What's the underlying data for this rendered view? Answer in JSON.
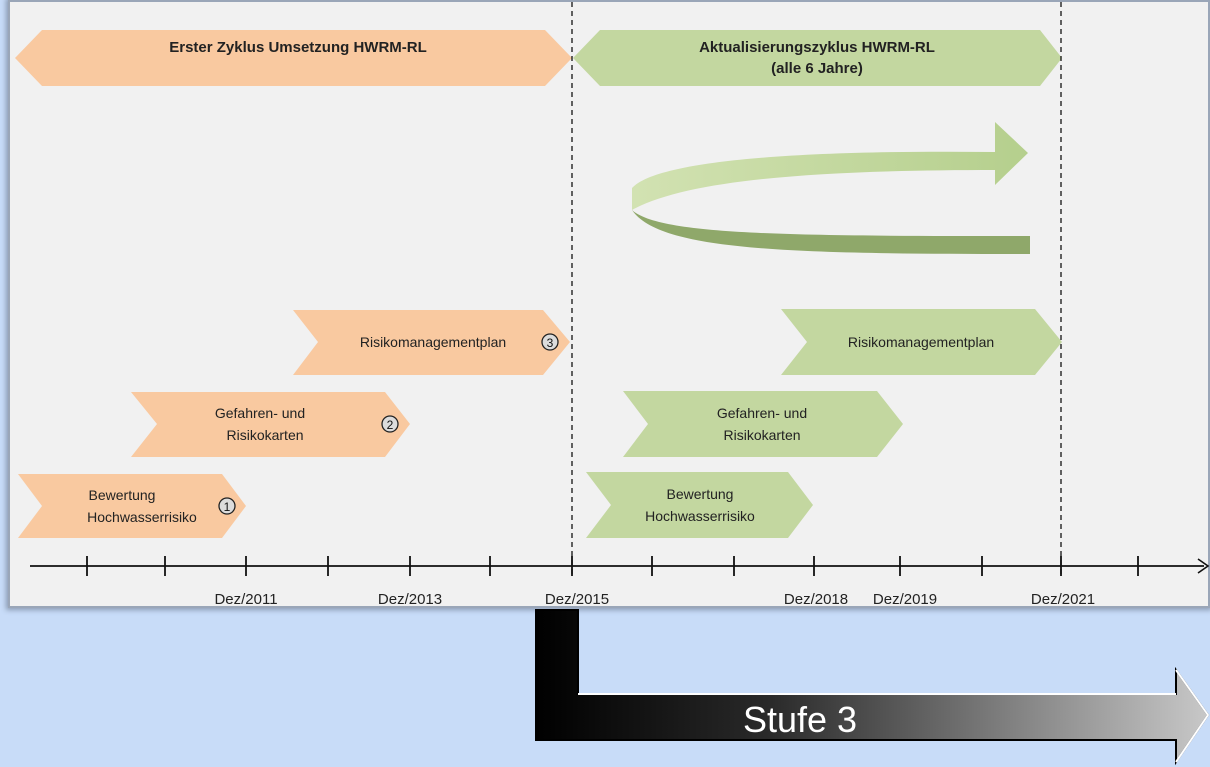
{
  "phases": {
    "first_cycle": "Erster Zyklus Umsetzung HWRM-RL",
    "update_cycle_line1": "Aktualisierungszyklus HWRM-RL",
    "update_cycle_line2": "(alle 6 Jahre)"
  },
  "first_cycle_steps": {
    "risk_assessment_line1": "Bewertung",
    "risk_assessment_line2": "Hochwasserrisiko",
    "risk_assessment_marker": "1",
    "maps_line1": "Gefahren- und",
    "maps_line2": "Risikokarten",
    "maps_marker": "2",
    "plan": "Risikomanagementplan",
    "plan_marker": "3"
  },
  "update_cycle_steps": {
    "risk_assessment_line1": "Bewertung",
    "risk_assessment_line2": "Hochwasserrisiko",
    "maps_line1": "Gefahren- und",
    "maps_line2": "Risikokarten",
    "plan": "Risikomanagementplan"
  },
  "timeline": {
    "labels": [
      "Dez/2011",
      "Dez/2013",
      "Dez/2015",
      "Dez/2018",
      "Dez/2019",
      "Dez/2021"
    ]
  },
  "stage_arrow": {
    "label": "Stufe 3"
  },
  "colors": {
    "first_cycle_fill": "#f9c9a0",
    "update_cycle_fill": "#c3d7a0",
    "loop_dark": "#8fa86a",
    "stage_arrow_dark": "#000000",
    "stage_arrow_light": "#bfbfbf",
    "background": "#c8dcf8",
    "panel": "#f1f1f1"
  }
}
